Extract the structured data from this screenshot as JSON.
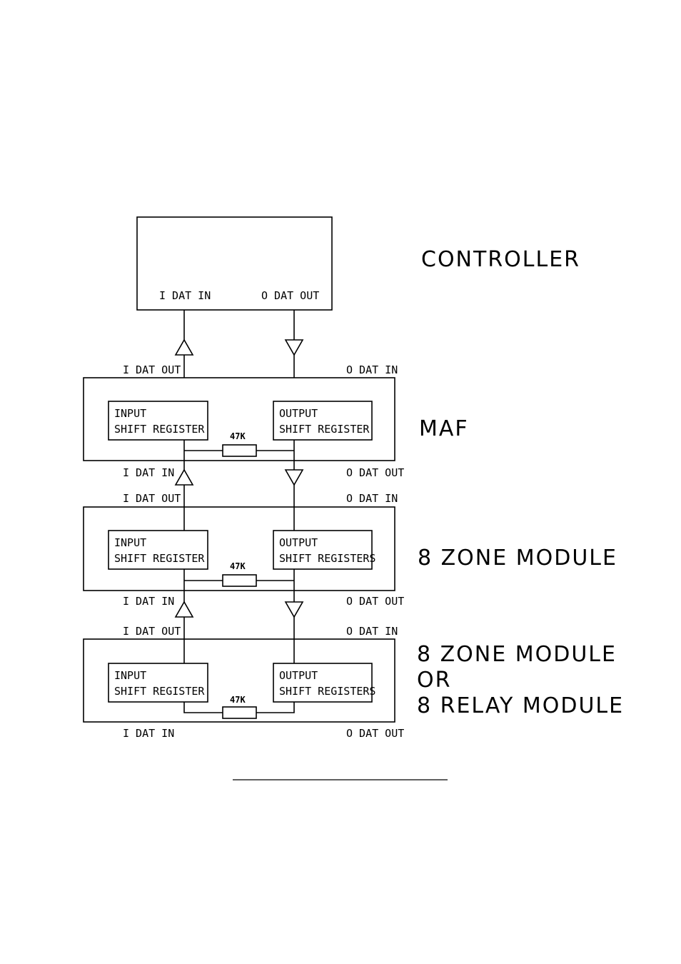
{
  "controller": {
    "title": "CONTROLLER",
    "port_in": "I DAT IN",
    "port_out": "O DAT OUT"
  },
  "modules": [
    {
      "title_lines": [
        "MAF"
      ],
      "top_left": "I DAT OUT",
      "top_right": "O DAT IN",
      "bottom_left": "I DAT IN",
      "bottom_right": "O DAT OUT",
      "input_lines": [
        "INPUT",
        "SHIFT REGISTER"
      ],
      "output_lines": [
        "OUTPUT",
        "SHIFT REGISTER"
      ],
      "resistor": "47K"
    },
    {
      "title_lines": [
        "8 ZONE MODULE"
      ],
      "top_left": "I DAT OUT",
      "top_right": "O DAT IN",
      "bottom_left": "I DAT IN",
      "bottom_right": "O DAT OUT",
      "input_lines": [
        "INPUT",
        "SHIFT REGISTER"
      ],
      "output_lines": [
        "OUTPUT",
        "SHIFT REGISTERS"
      ],
      "resistor": "47K"
    },
    {
      "title_lines": [
        "8 ZONE MODULE",
        "OR",
        "8 RELAY MODULE"
      ],
      "top_left": "I DAT OUT",
      "top_right": "O DAT IN",
      "bottom_left": "I DAT IN",
      "bottom_right": "O DAT OUT",
      "input_lines": [
        "INPUT",
        "SHIFT REGISTER"
      ],
      "output_lines": [
        "OUTPUT",
        "SHIFT REGISTERS"
      ],
      "resistor": "47K"
    }
  ]
}
